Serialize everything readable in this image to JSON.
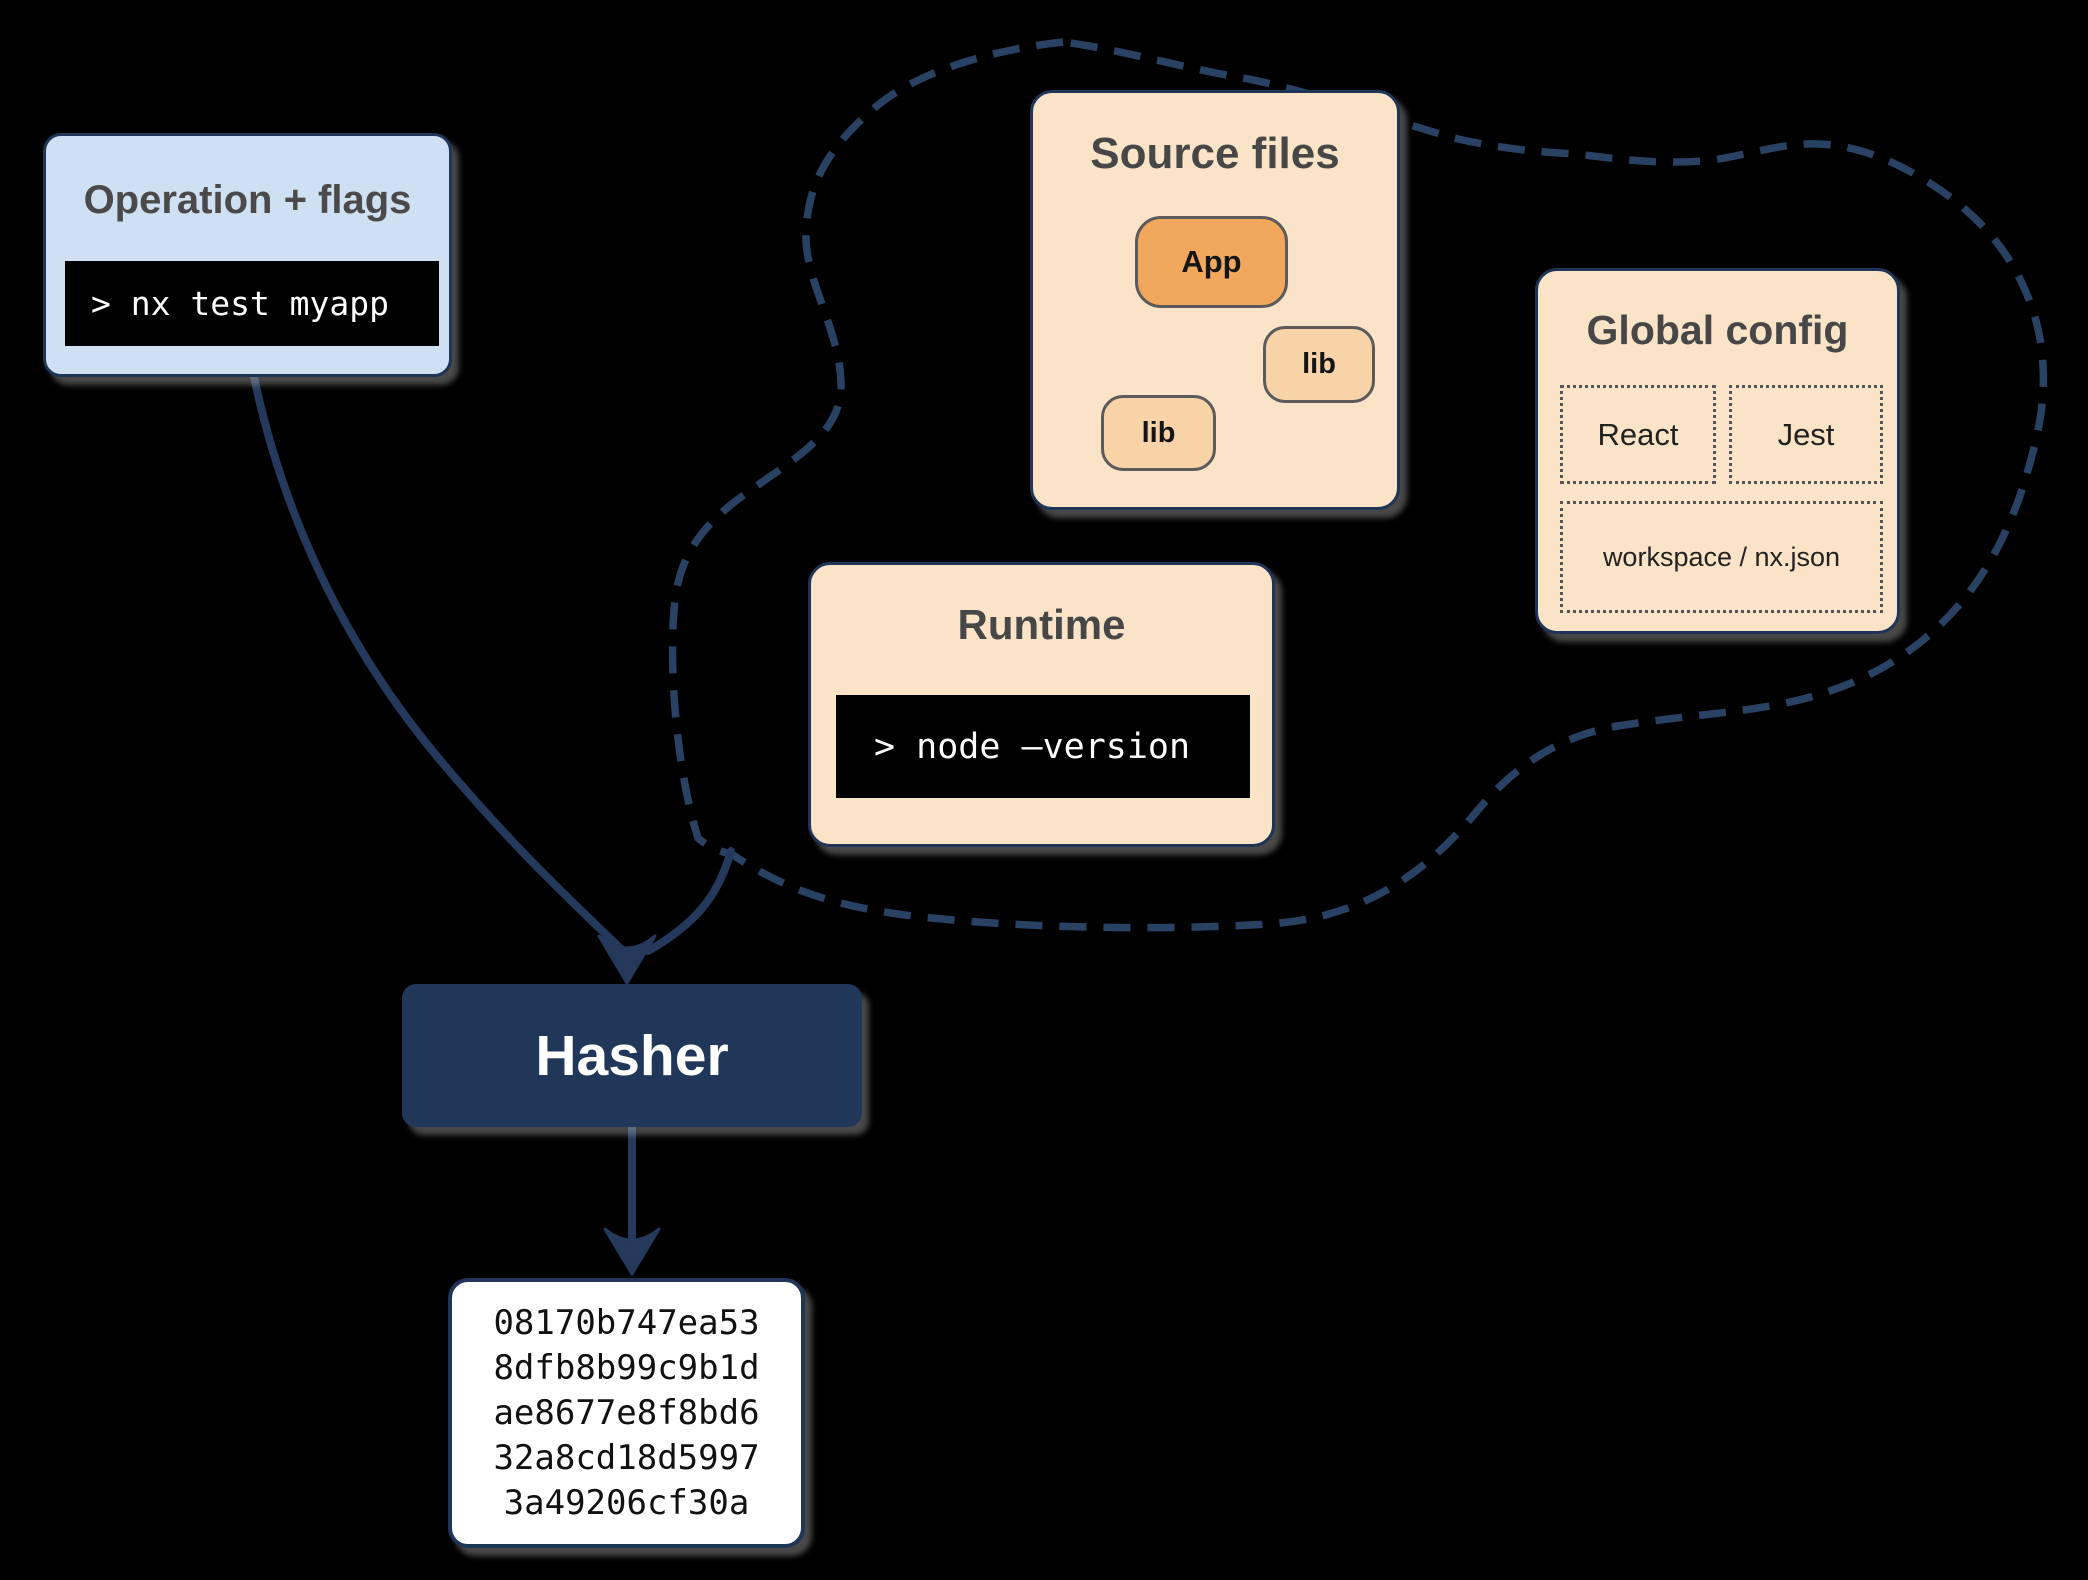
{
  "colors": {
    "background": "#000000",
    "navy": "#21375a",
    "navy_stroke": "#24395c",
    "cloud_dash": "#294263",
    "light_blue": "#cfe0f2",
    "peach": "#fbe3c7",
    "orange": "#f2a85c",
    "light_orange": "#f8d3a8",
    "terminal_bg": "#000000",
    "terminal_text": "#ffffff",
    "heading_gray": "#474747",
    "inner_arrow_gray": "#5b5b5b"
  },
  "operation": {
    "title": "Operation + flags",
    "command": "> nx test myapp"
  },
  "cloud": {
    "source_files": {
      "title": "Source files",
      "app_label": "App",
      "lib_right_label": "lib",
      "lib_left_label": "lib"
    },
    "runtime": {
      "title": "Runtime",
      "command": "> node –version"
    },
    "global_config": {
      "title": "Global config",
      "item_react": "React",
      "item_jest": "Jest",
      "item_workspace": "workspace / nx.json"
    }
  },
  "hasher": {
    "label": "Hasher"
  },
  "hash_output": {
    "lines": [
      "08170b747ea53",
      "8dfb8b99c9b1d",
      "ae8677e8f8bd6",
      "32a8cd18d5997",
      "3a49206cf30a"
    ]
  }
}
